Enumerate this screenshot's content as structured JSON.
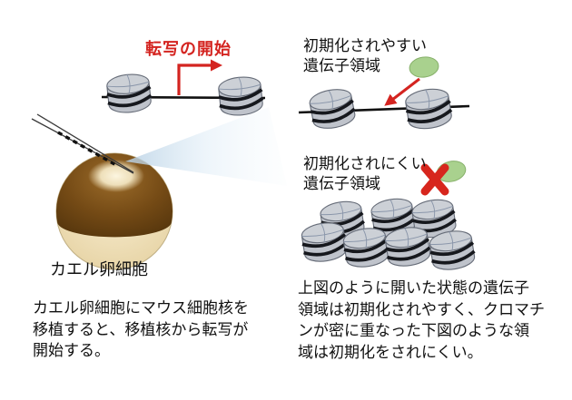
{
  "colors": {
    "accent_red": "#d42420",
    "text_black": "#111111",
    "nucleosome_body_gray": "#bfc3cb",
    "nucleosome_top_gray": "#ccd0d6",
    "dna_band_black": "#16181d",
    "factor_green": "#a9d18e",
    "egg_brown": "#744a15",
    "egg_cream": "#f3e4bd",
    "zoom_cone_blue": "#b7d0e4"
  },
  "icons": {
    "transcription_start_arrow": "bent-red-arrow",
    "target_pointer_arrow": "diagonal-red-arrow",
    "reprogramming_factor": "green-oval",
    "blocked_mark": "red-cross",
    "microinjection_needle": "graduated-pipette",
    "nucleosome": "gray-cylinder-with-dna-bands",
    "frog_egg": "two-tone-sphere"
  },
  "left_panel": {
    "transcription_label": "転写の開始",
    "egg_label": "カエル卵細胞",
    "caption_lines": [
      "カエル卵細胞にマウス細胞核を",
      "移植すると、移植核から転写が",
      "開始する。"
    ]
  },
  "right_panel": {
    "easy_heading_lines": [
      "初期化されやすい",
      "遺伝子領域"
    ],
    "hard_heading_lines": [
      "初期化されにくい",
      "遺伝子領域"
    ],
    "caption_lines": [
      "上図のように開いた状態の遺伝子",
      "領域は初期化されやすく、クロマチ",
      "ンが密に重なった下図のような領",
      "域は初期化をされにくい。"
    ]
  }
}
